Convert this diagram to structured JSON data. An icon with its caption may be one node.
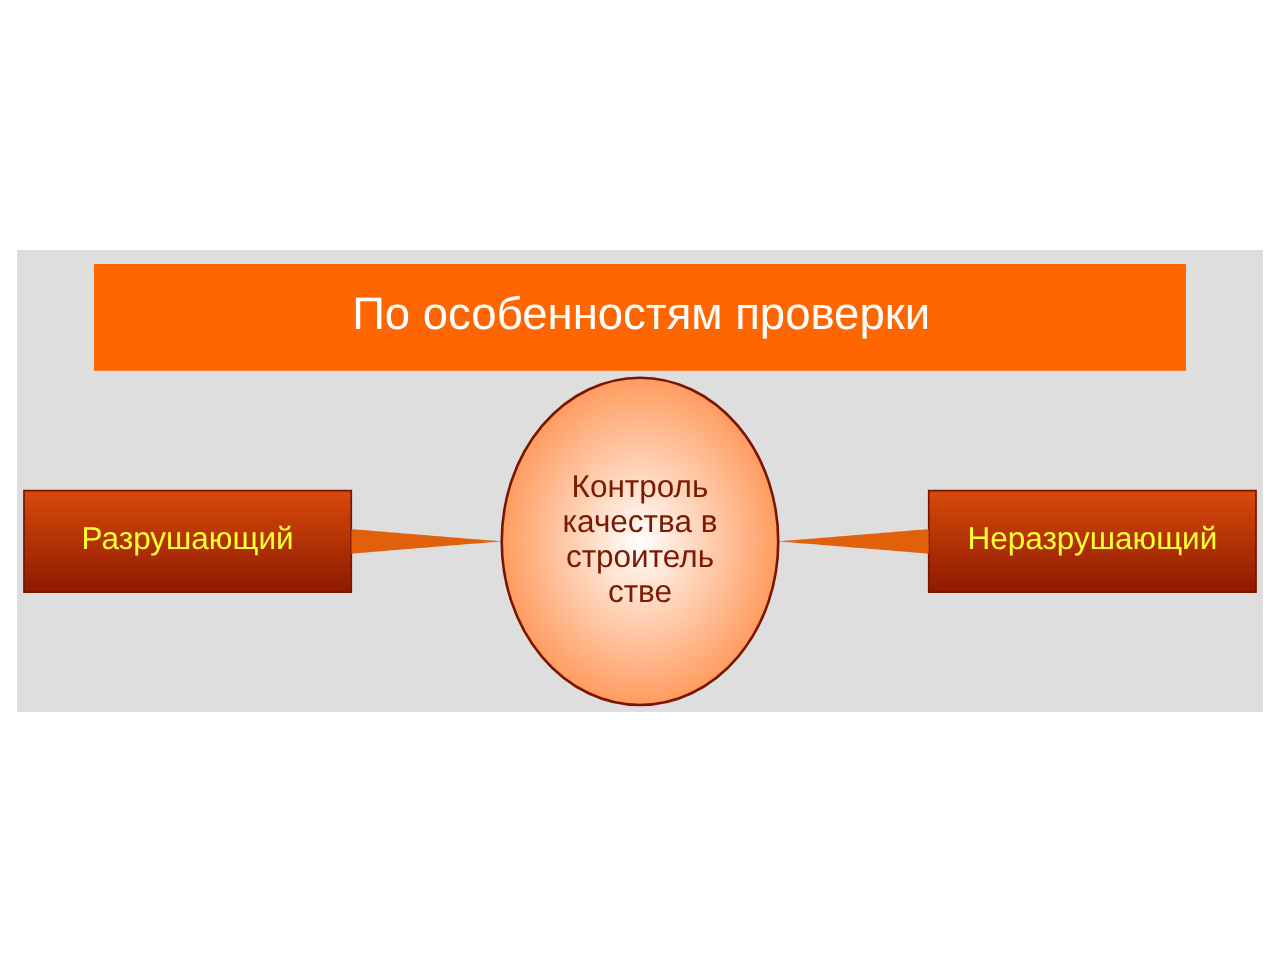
{
  "diagram": {
    "title": "По особенностям проверки",
    "nodes": [
      {
        "text": [
          "Разрушающий"
        ]
      },
      {
        "text": [
          "Контроль качества в строитель стве"
        ]
      },
      {
        "text": [
          "Неразрушающий"
        ]
      }
    ],
    "edges": [
      {
        "from": 0,
        "to": 1,
        "arrow": "none"
      },
      {
        "from": 1,
        "to": 2,
        "arrow": "none"
      }
    ]
  }
}
